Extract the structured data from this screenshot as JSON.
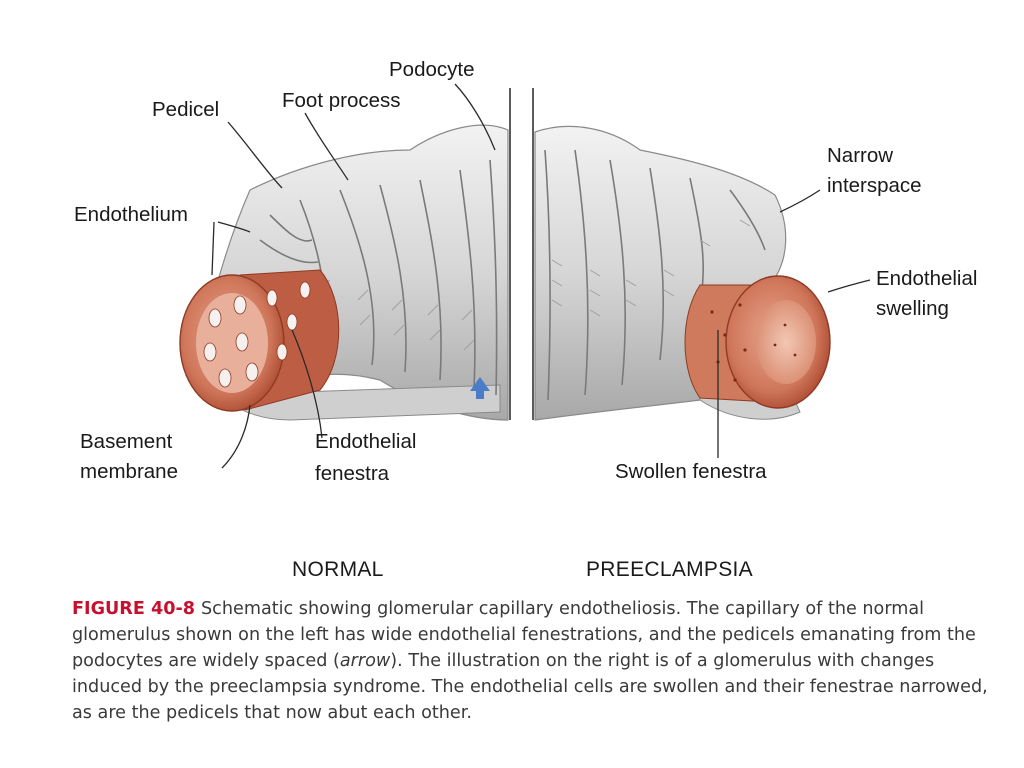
{
  "labels": {
    "podocyte": "Podocyte",
    "pedicel": "Pedicel",
    "foot_process": "Foot process",
    "endothelium": "Endothelium",
    "basement_membrane_1": "Basement",
    "basement_membrane_2": "membrane",
    "endothelial_fenestra_1": "Endothelial",
    "endothelial_fenestra_2": "fenestra",
    "narrow_interspace_1": "Narrow",
    "narrow_interspace_2": "interspace",
    "endothelial_swelling_1": "Endothelial",
    "endothelial_swelling_2": "swelling",
    "swollen_fenestra": "Swollen fenestra"
  },
  "panels": {
    "left": "NORMAL",
    "right": "PREECLAMPSIA"
  },
  "caption": {
    "figure_label": "FIGURE 40-8",
    "text_1": "Schematic showing glomerular capillary endotheliosis. The capillary of the normal glomerulus shown on the left has wide endothelial fenestrations, and the pedicels emanating from the podocytes are widely spaced (",
    "arrow_word": "arrow",
    "text_2": "). The illustration on the right is of a glomerulus with changes induced by the preeclampsia syndrome. The endothelial cells are swollen and their fenestrae narrowed, as are the pedicels that now abut each other."
  },
  "colors": {
    "tissue": "#d9d9d9",
    "tissue_shadow": "#9a9a9a",
    "capillary": "#c86a4e",
    "capillary_dark": "#a4472e",
    "arrow": "#4a7cc9",
    "figure_label": "#c8102e"
  }
}
